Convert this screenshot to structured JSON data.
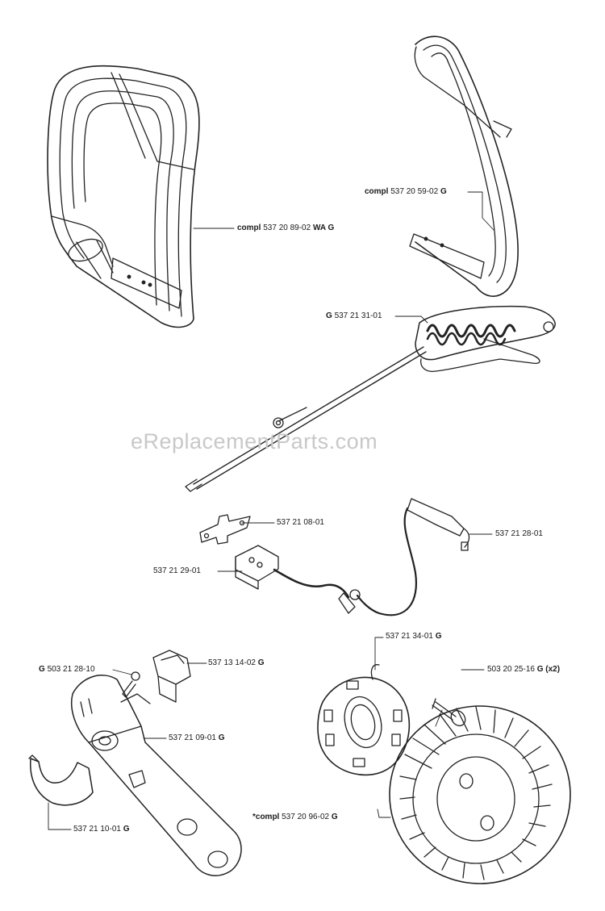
{
  "watermark": "eReplacementParts.com",
  "parts": [
    {
      "id": "front-handle",
      "prefix": "compl",
      "number": "537 20 89-02",
      "suffix": "WA G"
    },
    {
      "id": "rear-handle",
      "prefix": "compl",
      "number": "537 20 59-02",
      "suffix": "G"
    },
    {
      "id": "throttle-rod",
      "prefix": "G",
      "number": "537 21 31-01",
      "suffix": ""
    },
    {
      "id": "bracket",
      "prefix": "",
      "number": "537 21 08-01",
      "suffix": ""
    },
    {
      "id": "ignition-switch",
      "prefix": "",
      "number": "537 21 29-01",
      "suffix": ""
    },
    {
      "id": "ground-wire",
      "prefix": "",
      "number": "537 21 28-01",
      "suffix": ""
    },
    {
      "id": "screw-small",
      "prefix": "G",
      "number": "503 21 28-10",
      "suffix": ""
    },
    {
      "id": "switch-housing",
      "prefix": "",
      "number": "537 13 14-02",
      "suffix": "G"
    },
    {
      "id": "lever-arm",
      "prefix": "",
      "number": "537 21 09-01",
      "suffix": "G"
    },
    {
      "id": "cover",
      "prefix": "",
      "number": "537 21 10-01",
      "suffix": "G"
    },
    {
      "id": "ignition-module",
      "prefix": "",
      "number": "537 21 34-01",
      "suffix": "G"
    },
    {
      "id": "bolt",
      "prefix": "",
      "number": "503 20 25-16",
      "suffix": "G (x2)"
    },
    {
      "id": "flywheel",
      "prefix": "*compl",
      "number": "537 20 96-02",
      "suffix": "G"
    }
  ]
}
